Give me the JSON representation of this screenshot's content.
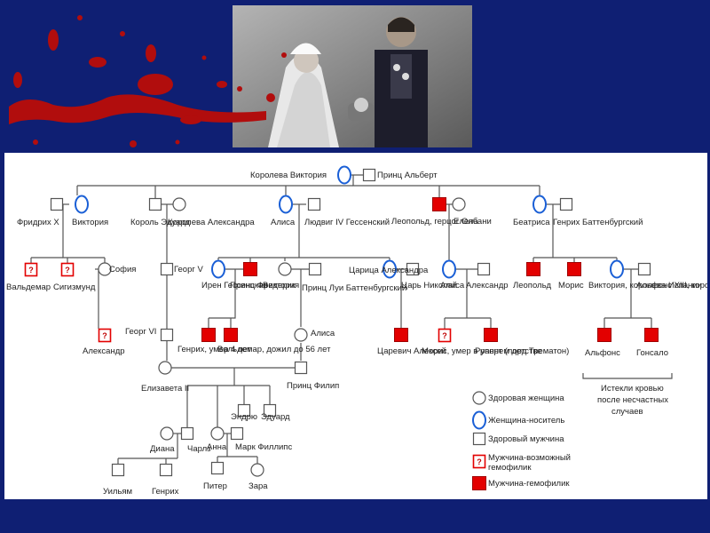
{
  "colors": {
    "background": "#0f1f73",
    "affected_male": "#e30000",
    "carrier_ring": "#1a5fd6",
    "blood": "#b10d0d"
  },
  "nodes": [
    {
      "id": "victoria_q",
      "label": "Королева Виктория",
      "type": "carrier"
    },
    {
      "id": "albert",
      "label": "Принц Альберт",
      "type": "healthy-male"
    },
    {
      "id": "friedrich",
      "label": "Фридрих Х",
      "type": "healthy-male"
    },
    {
      "id": "victoria_d",
      "label": "Виктория",
      "type": "carrier"
    },
    {
      "id": "edward",
      "label": "Король Эдуард",
      "type": "healthy-male"
    },
    {
      "id": "alexandra_q",
      "label": "Королева Александра",
      "type": "healthy-female"
    },
    {
      "id": "alice",
      "label": "Алиса",
      "type": "carrier"
    },
    {
      "id": "ludwig",
      "label": "Людвиг IV Гессенский",
      "type": "healthy-male"
    },
    {
      "id": "leopold_albany",
      "label": "Леопольд, герцог Олбани",
      "type": "affected-male"
    },
    {
      "id": "elena",
      "label": "Елена",
      "type": "healthy-female"
    },
    {
      "id": "beatrice",
      "label": "Беатриса",
      "type": "carrier"
    },
    {
      "id": "henry_batt",
      "label": "Генрих Баттенбургский",
      "type": "healthy-male"
    },
    {
      "id": "waldemar_p",
      "label": "Вальдемар",
      "type": "possible-male"
    },
    {
      "id": "sigismund",
      "label": "Сигизмунд",
      "type": "possible-male"
    },
    {
      "id": "sophia",
      "label": "София",
      "type": "healthy-female"
    },
    {
      "id": "george_v",
      "label": "Георг V",
      "type": "healthy-male"
    },
    {
      "id": "irene",
      "label": "Ирен Гессенская",
      "type": "carrier"
    },
    {
      "id": "frederick",
      "label": "Принц Фредерик",
      "type": "affected-male"
    },
    {
      "id": "victoria_h",
      "label": "Виктория",
      "type": "healthy-female"
    },
    {
      "id": "louis",
      "label": "Принц Луи Баттенбургский",
      "type": "healthy-male"
    },
    {
      "id": "alexandra_t",
      "label": "Царица Александра",
      "type": "carrier"
    },
    {
      "id": "nicholas",
      "label": "Царь Николай",
      "type": "healthy-male"
    },
    {
      "id": "alice_a",
      "label": "Алиса",
      "type": "carrier"
    },
    {
      "id": "alexander_a",
      "label": "Александр",
      "type": "healthy-male"
    },
    {
      "id": "leopold_b",
      "label": "Леопольд",
      "type": "affected-male"
    },
    {
      "id": "maurice",
      "label": "Морис",
      "type": "affected-male"
    },
    {
      "id": "victoria_sp",
      "label": "Виктория, королева Испании",
      "type": "carrier"
    },
    {
      "id": "alfonso13",
      "label": "Альфонс XIII, король Испании",
      "type": "healthy-male"
    },
    {
      "id": "alexander_g",
      "label": "Александр",
      "type": "possible-male"
    },
    {
      "id": "george_vi",
      "label": "Георг VI",
      "type": "healthy-male"
    },
    {
      "id": "heinrich",
      "label": "Генрих, умер 4 лет",
      "type": "affected-male"
    },
    {
      "id": "waldemar_56",
      "label": "Вальдемар, дожил до 56 лет",
      "type": "affected-male"
    },
    {
      "id": "alice_b",
      "label": "Алиса",
      "type": "healthy-female"
    },
    {
      "id": "alexei",
      "label": "Царевич Алексей",
      "type": "affected-male"
    },
    {
      "id": "maurice_y",
      "label": "Морис, умер в раннем детстве",
      "type": "possible-male"
    },
    {
      "id": "rupert",
      "label": "Руперт (лорд Трематон)",
      "type": "affected-male"
    },
    {
      "id": "alfonso",
      "label": "Альфонс",
      "type": "affected-male"
    },
    {
      "id": "gonzalo",
      "label": "Гонсало",
      "type": "affected-male"
    },
    {
      "id": "elizabeth",
      "label": "Елизавета II",
      "type": "healthy-female"
    },
    {
      "id": "philip",
      "label": "Принц Филип",
      "type": "healthy-male"
    },
    {
      "id": "diana",
      "label": "Диана",
      "type": "healthy-female"
    },
    {
      "id": "charles",
      "label": "Чарлз",
      "type": "healthy-male"
    },
    {
      "id": "anne",
      "label": "Анна",
      "type": "healthy-female"
    },
    {
      "id": "mark",
      "label": "Марк Филлипс",
      "type": "healthy-male"
    },
    {
      "id": "andrew",
      "label": "Эндрю",
      "type": "healthy-male"
    },
    {
      "id": "edward_b",
      "label": "Эдуард",
      "type": "healthy-male"
    },
    {
      "id": "william",
      "label": "Уильям",
      "type": "healthy-male"
    },
    {
      "id": "harry",
      "label": "Генрих",
      "type": "healthy-male"
    },
    {
      "id": "peter",
      "label": "Питер",
      "type": "healthy-male"
    },
    {
      "id": "zara",
      "label": "Зара",
      "type": "healthy-female"
    }
  ],
  "note": "Истекли кровью после несчастных случаев",
  "question_mark": "?",
  "legend": [
    {
      "type": "healthy-female",
      "label": "Здоровая женщина"
    },
    {
      "type": "carrier",
      "label": "Женщина-носитель"
    },
    {
      "type": "healthy-male",
      "label": "Здоровый мужчина"
    },
    {
      "type": "possible-male",
      "label": "Мужчина-возможный гемофилик"
    },
    {
      "type": "affected-male",
      "label": "Мужчина-гемофилик"
    }
  ]
}
